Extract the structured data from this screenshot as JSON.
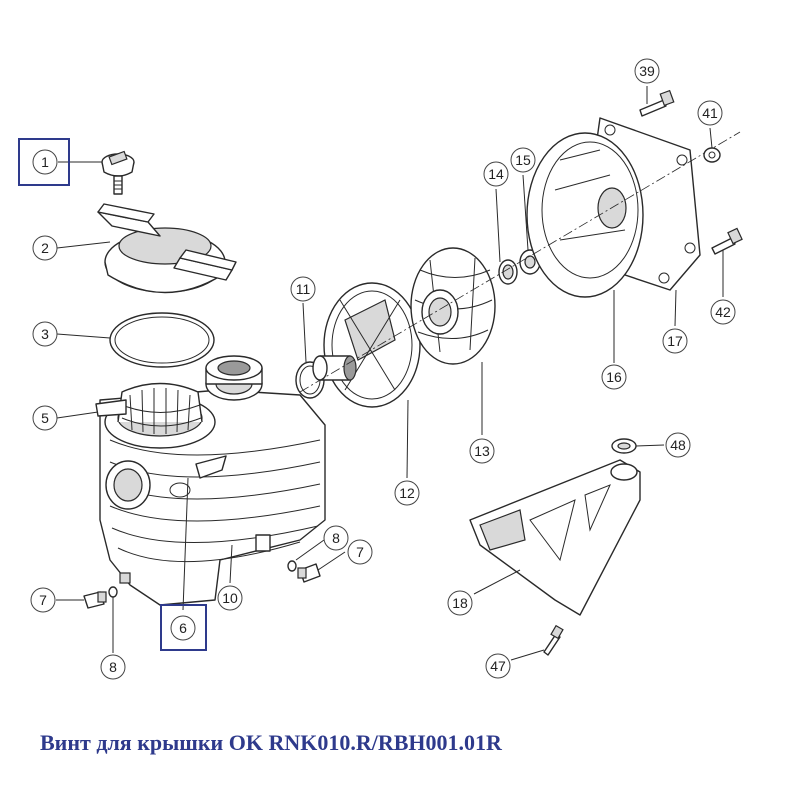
{
  "diagram": {
    "callouts": [
      "1",
      "2",
      "3",
      "5",
      "6",
      "7",
      "8",
      "10",
      "11",
      "12",
      "13",
      "14",
      "15",
      "16",
      "17",
      "18",
      "39",
      "41",
      "42",
      "47",
      "48"
    ],
    "highlighted_callouts": [
      "1",
      "6"
    ],
    "highlight_color": "#2e3a8c"
  },
  "caption": {
    "text": "Винт  для крышки OK RNK010.R/RBH001.01R",
    "color": "#2e3a8c"
  }
}
